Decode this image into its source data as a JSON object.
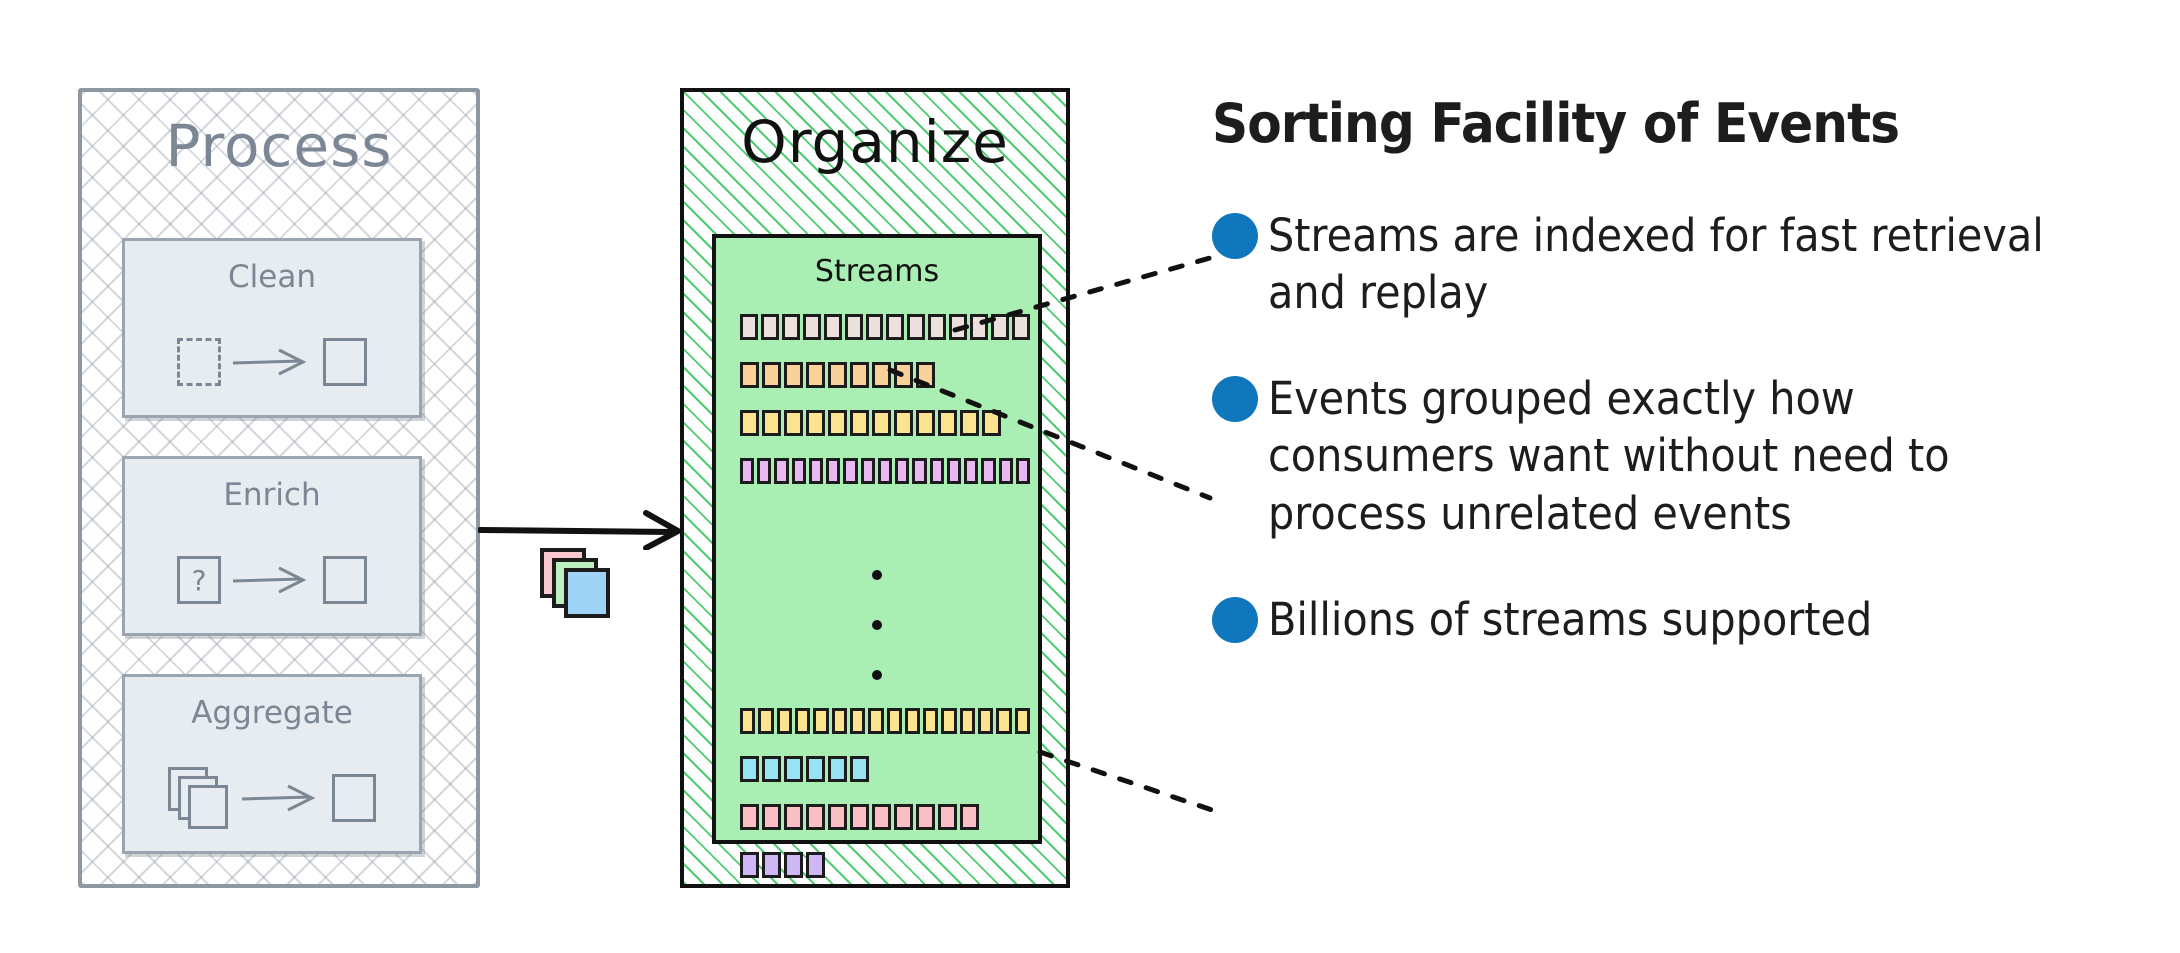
{
  "process_panel": {
    "title": "Process",
    "cards": [
      {
        "label": "Clean",
        "icon": "dashed-square-to-square"
      },
      {
        "label": "Enrich",
        "icon": "question-square-to-square"
      },
      {
        "label": "Aggregate",
        "icon": "stacked-squares-to-square"
      }
    ],
    "border_color": "#8d98a3",
    "card_fill": "#e7ecf0"
  },
  "connector": {
    "arrow_icon": "right-arrow",
    "card_stack_icon": "stacked-cards",
    "stack_colors": [
      "#f9c9cf",
      "#bdf0bf",
      "#9fd4f7"
    ]
  },
  "organize_panel": {
    "title": "Organize",
    "streams_label": "Streams",
    "hatch_color": "#4dcc72",
    "inner_fill": "#a9eeb2",
    "ellipsis": [
      "dot",
      "dot",
      "dot"
    ],
    "streams_top": [
      {
        "segments": 14,
        "color": "#ece0dc"
      },
      {
        "segments": 9,
        "color": "#fbd19a"
      },
      {
        "segments": 12,
        "color": "#fbe48f"
      },
      {
        "segments": 17,
        "color": "#e8b9ef"
      }
    ],
    "streams_bottom": [
      {
        "segments": 16,
        "color": "#fbe48f"
      },
      {
        "segments": 6,
        "color": "#97e3f2"
      },
      {
        "segments": 11,
        "color": "#fabfc4"
      },
      {
        "segments": 4,
        "color": "#ceb7f5"
      }
    ]
  },
  "text_column": {
    "headline": "Sorting Facility of Events",
    "bullet_color": "#1077bc",
    "bullets": [
      "Streams are indexed for fast retrieval and replay",
      "Events grouped exactly how consumers want without need to process unrelated events",
      "Billions of streams supported"
    ]
  }
}
